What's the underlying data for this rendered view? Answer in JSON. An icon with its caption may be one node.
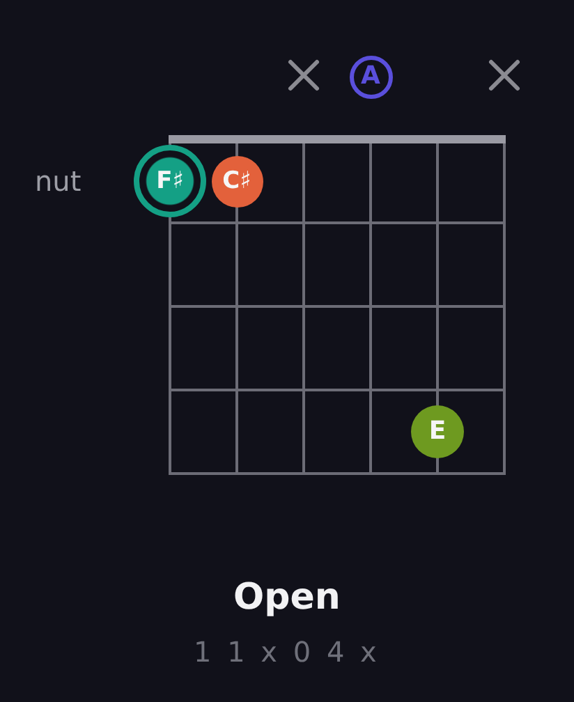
{
  "diagram": {
    "title": "Open",
    "nodes": [
      {
        "text": [
          "A"
        ]
      },
      {
        "text": [
          "F♯"
        ]
      },
      {
        "text": [
          "C♯"
        ]
      },
      {
        "text": [
          "E"
        ]
      }
    ],
    "labels": [
      "nut",
      "1 1 x 0 4 x"
    ]
  }
}
